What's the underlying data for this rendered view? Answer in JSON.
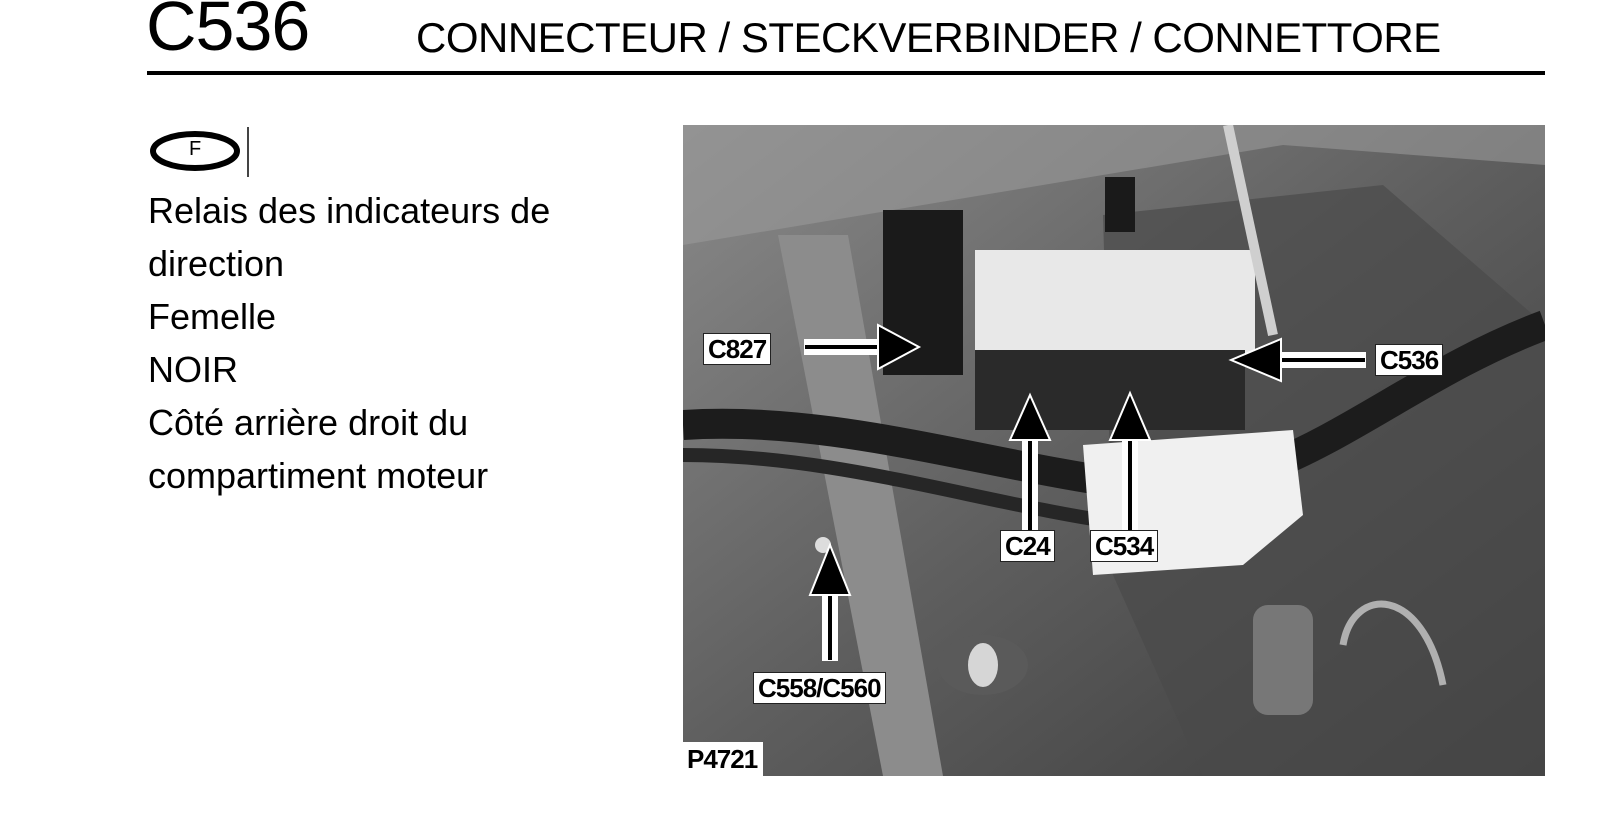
{
  "header": {
    "connector_code": "C536",
    "title": "CONNECTEUR / STECKVERBINDER / CONNETTORE"
  },
  "language_badge": {
    "icon": "language-oval-badge",
    "letter": "F"
  },
  "description": {
    "lines": [
      "Relais des indicateurs de",
      "direction",
      "Femelle",
      "NOIR",
      "Côté arrière droit du",
      "compartiment moteur"
    ]
  },
  "photo": {
    "reference": "P4721",
    "callouts": {
      "c827": "C827",
      "c536": "C536",
      "c24": "C24",
      "c534": "C534",
      "c558_c560": "C558/C560"
    }
  }
}
